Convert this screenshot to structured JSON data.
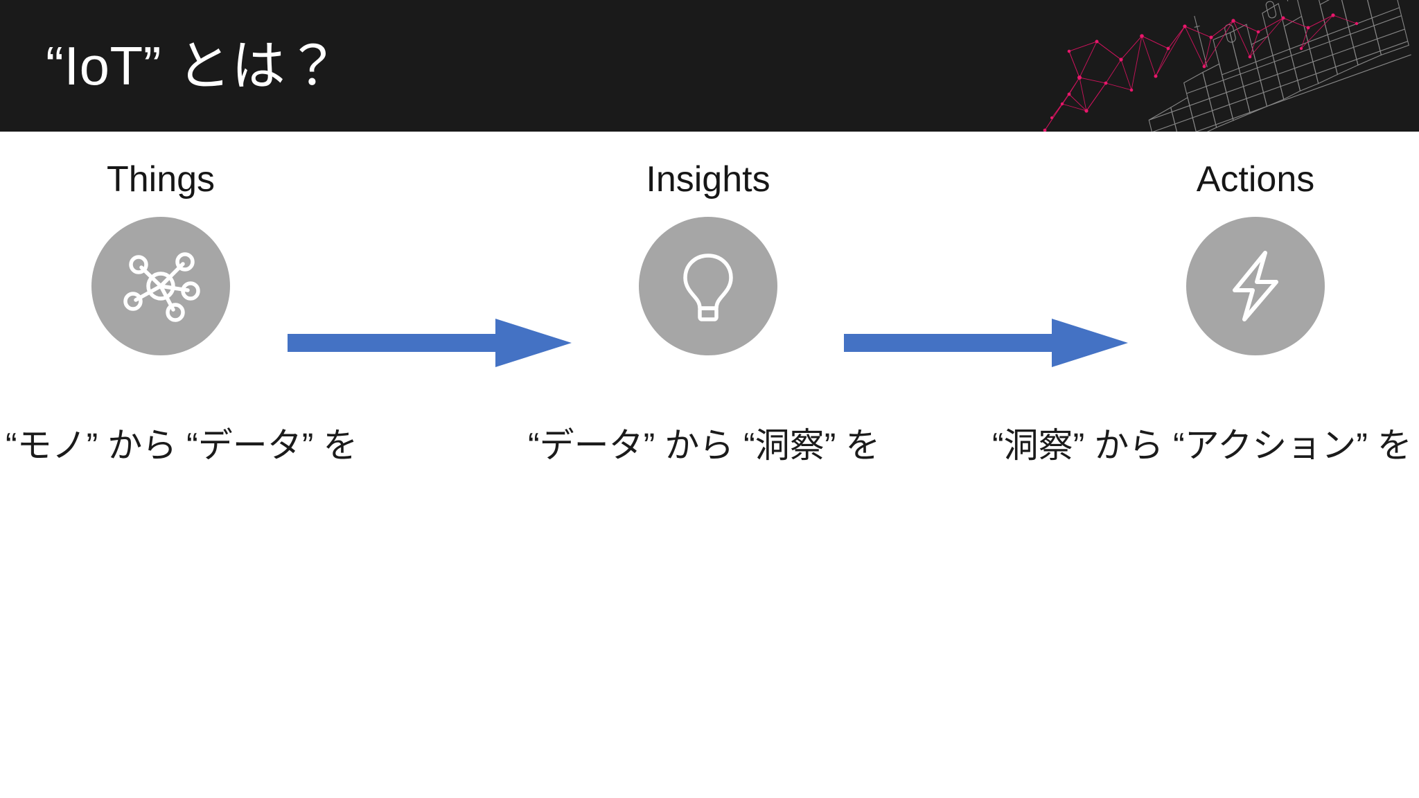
{
  "slide": {
    "title": "“IoT” とは？",
    "background_color": "#ffffff",
    "banner_color": "#1a1a1a",
    "title_color": "#ffffff",
    "accent_color": "#4472c4",
    "badge_color": "#a6a6a6",
    "artwork_mesh_color": "#d6135f",
    "artwork_city_color": "#8f8f8f"
  },
  "banner_artwork": {
    "name": "wireframe-city-network-artwork",
    "description": "Dark photo of a wireframe city skyline overlaid with a pink network mesh"
  },
  "flow": {
    "stages": [
      {
        "label": "Things",
        "icon": "network-node-icon",
        "caption": "“モノ” から “データ” を"
      },
      {
        "label": "Insights",
        "icon": "lightbulb-icon",
        "caption": "“データ” から “洞察” を"
      },
      {
        "label": "Actions",
        "icon": "lightning-bolt-icon",
        "caption": "“洞察” から “アクション” を"
      }
    ],
    "connectors": [
      {
        "name": "arrow-things-to-insights",
        "direction": "right"
      },
      {
        "name": "arrow-insights-to-actions",
        "direction": "right"
      }
    ]
  }
}
